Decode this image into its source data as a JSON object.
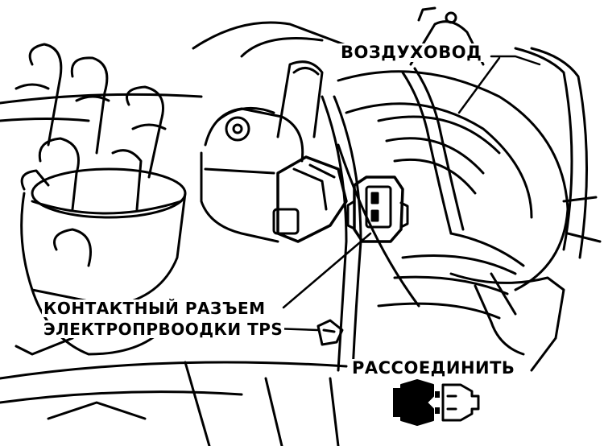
{
  "labels": {
    "air_duct": "ВОЗДУХОВОД",
    "connector_line1": "КОНТАКТНЫЙ РАЗЪЕМ",
    "connector_line2": "ЭЛЕКТРОПРВООДКИ TPS",
    "disconnect": "РАССОЕДИНИТЬ"
  },
  "icons": {
    "disconnect_symbol": "connector-disconnect-icon"
  },
  "colors": {
    "ink": "#000000",
    "paper": "#ffffff"
  }
}
